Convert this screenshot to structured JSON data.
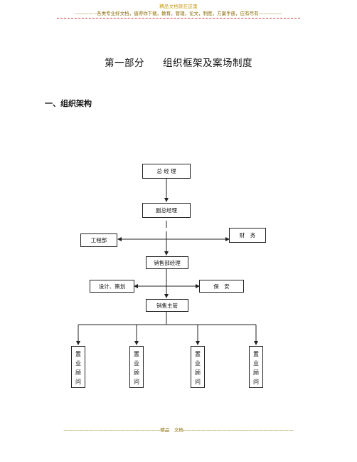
{
  "header": {
    "title": "精品文档就在这里",
    "subtitle": "-------------各类专业好文档，值得你下载，教育，管理，论文，制度，方案手册，应有尽有--------------"
  },
  "document": {
    "part_label": "第一部分",
    "part_title": "组织框架及案场制度",
    "section_heading": "一、组织架构"
  },
  "org_chart": {
    "general_manager": "总 经 理",
    "deputy_general_manager": "副总经理",
    "engineering_dept": "工程部",
    "finance": "财　务",
    "sales_manager": "销售部经理",
    "design_planning": "设计、策划",
    "security": "保　安",
    "sales_supervisor": "销售主管",
    "consultants": [
      [
        "置",
        "业",
        "顾",
        "问"
      ],
      [
        "置",
        "业",
        "顾",
        "问"
      ],
      [
        "置",
        "业",
        "顾",
        "问"
      ],
      [
        "置",
        "业",
        "顾",
        "问"
      ]
    ]
  },
  "footer": {
    "text": "----------------------------------------------------------精品　文档------------------------------------------------------------------"
  }
}
